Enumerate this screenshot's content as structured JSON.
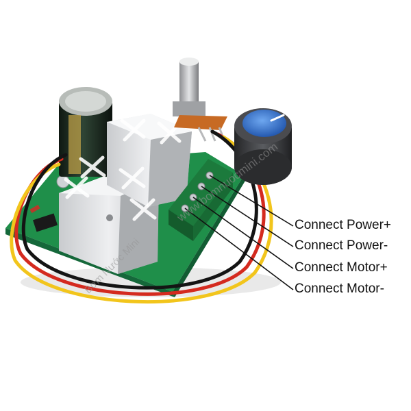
{
  "image": {
    "subject": "PWM DC motor speed controller board",
    "colors": {
      "board": "#1f8f4a",
      "heatsink": "#d9dadc",
      "terminal": "#1c7a3c",
      "knob_cap": "#3b7fd9",
      "knob_body": "#3a3b3d",
      "capacitor": "#1d2a22",
      "wire_red": "#d42a1f",
      "wire_yellow": "#f2c51c",
      "wire_black": "#141414",
      "text": "#111111"
    }
  },
  "callouts": [
    "Connect Power+",
    "Connect Power-",
    "Connect Motor+",
    "Connect Motor-"
  ],
  "watermarks": {
    "left": "Bơm Nước Mini",
    "right": "www.bomnuocmini.com"
  }
}
